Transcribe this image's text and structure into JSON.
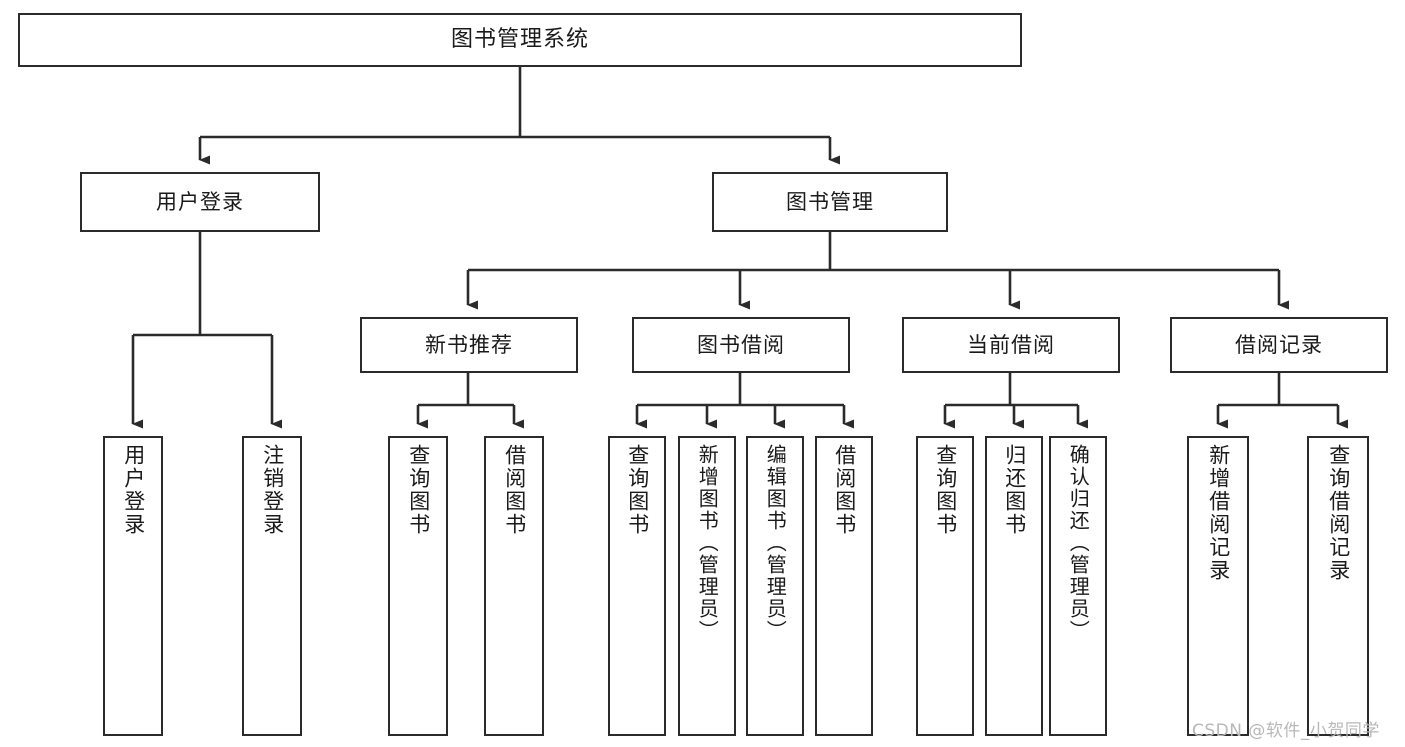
{
  "diagram": {
    "type": "tree",
    "title": "图书管理系统",
    "root": {
      "label": "图书管理系统"
    },
    "level2": [
      {
        "label": "用户登录"
      },
      {
        "label": "图书管理"
      }
    ],
    "level3": [
      {
        "label": "新书推荐"
      },
      {
        "label": "图书借阅"
      },
      {
        "label": "当前借阅"
      },
      {
        "label": "借阅记录"
      }
    ],
    "leaves": {
      "user_login": [
        {
          "label": "用户登录"
        },
        {
          "label": "注销登录"
        }
      ],
      "new_book_recommend": [
        {
          "label": "查询图书"
        },
        {
          "label": "借阅图书"
        }
      ],
      "book_borrow": [
        {
          "label": "查询图书"
        },
        {
          "label": "新增图书（管理员）"
        },
        {
          "label": "编辑图书（管理员）"
        },
        {
          "label": "借阅图书"
        }
      ],
      "current_borrow": [
        {
          "label": "查询图书"
        },
        {
          "label": "归还图书"
        },
        {
          "label": "确认归还（管理员）"
        }
      ],
      "borrow_record": [
        {
          "label": "新增借阅记录"
        },
        {
          "label": "查询借阅记录"
        }
      ]
    }
  },
  "watermark": {
    "text": "CSDN @软件_小贺同学"
  },
  "colors": {
    "border": "#2b2b2b",
    "text": "#1a1a1a",
    "background": "#ffffff",
    "watermark": "#b8b8b8"
  }
}
